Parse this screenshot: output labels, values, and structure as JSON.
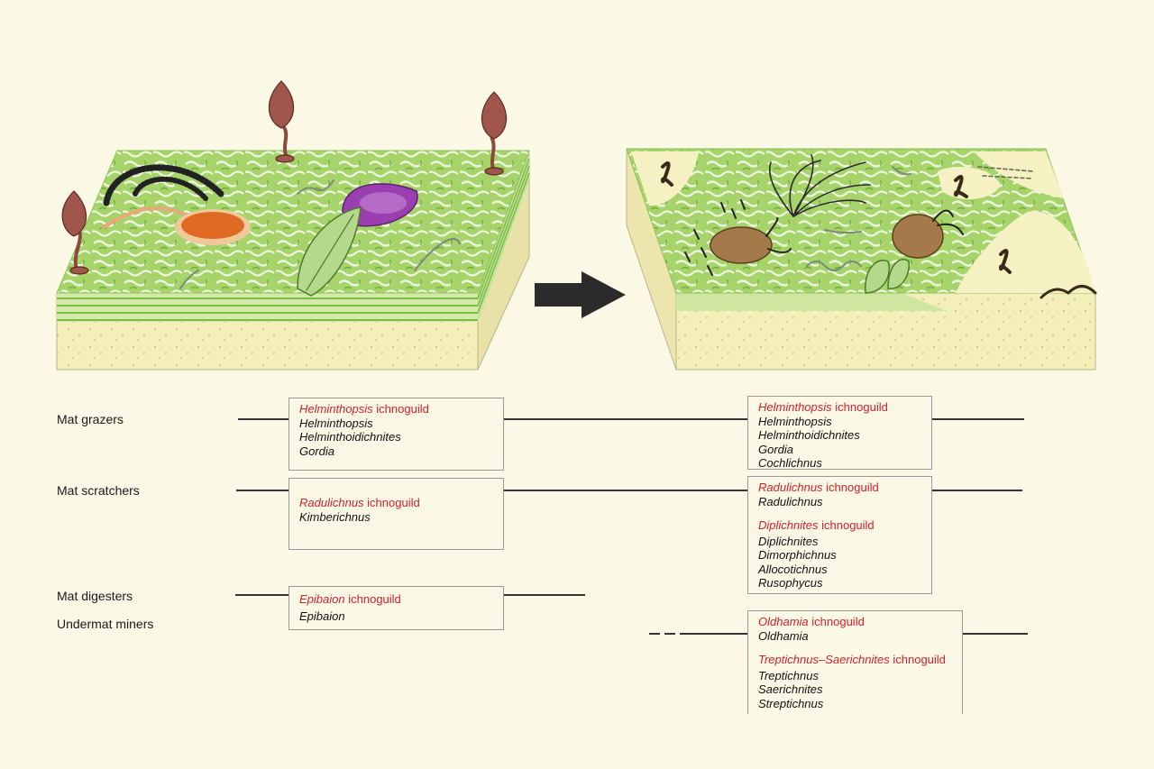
{
  "rows": {
    "mat_grazers": "Mat grazers",
    "mat_scratchers": "Mat scratchers",
    "mat_digesters": "Mat digesters",
    "undermat_miners": "Undermat miners"
  },
  "colors": {
    "background": "#fbf8e6",
    "guild_label": "#d4202a",
    "mat_green": "#a6d36a",
    "sediment": "#f4efb8",
    "line": "#333333",
    "arrow": "#2b2b2b"
  },
  "suffix": "ichnoguild",
  "before": {
    "grazers": {
      "guild": "Helminthopsis",
      "taxa": [
        "Helminthopsis",
        "Helminthoidichnites",
        "Gordia"
      ]
    },
    "scratchers": {
      "guild": "Radulichnus",
      "taxa": [
        "Kimberichnus"
      ]
    },
    "digesters": {
      "guild": "Epibaion",
      "taxa": [
        "Epibaion"
      ]
    }
  },
  "after": {
    "grazers": {
      "guild": "Helminthopsis",
      "taxa": [
        "Helminthopsis",
        "Helminthoidichnites",
        "Gordia",
        "Cochlichnus"
      ]
    },
    "scratchers": [
      {
        "guild": "Radulichnus",
        "taxa": [
          "Radulichnus"
        ]
      },
      {
        "guild": "Diplichnites",
        "taxa": [
          "Diplichnites",
          "Dimorphichnus",
          "Allocotichnus",
          "Rusophycus"
        ]
      }
    ],
    "miners": [
      {
        "guild": "Oldhamia",
        "taxa": [
          "Oldhamia"
        ]
      },
      {
        "guild": "Treptichnus–Saerichnites",
        "taxa": [
          "Treptichnus",
          "Saerichnites",
          "Streptichnus"
        ]
      }
    ]
  }
}
